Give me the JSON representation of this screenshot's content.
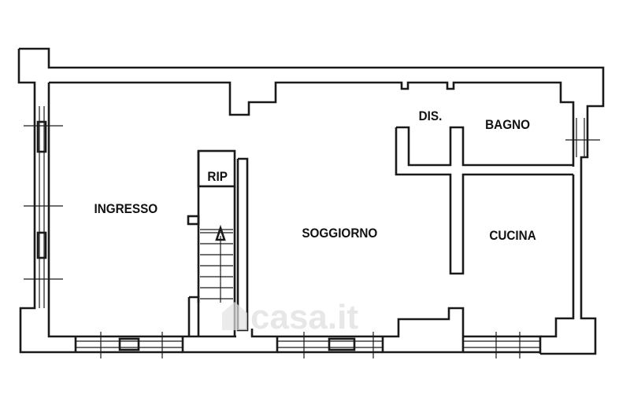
{
  "rooms": {
    "ingresso": "INGRESSO",
    "rip": "RIP",
    "soggiorno": "SOGGIORNO",
    "dis": "DIS.",
    "bagno": "BAGNO",
    "cucina": "CUCINA"
  },
  "watermark": {
    "text": "casa.it",
    "icon": "house-logo-icon"
  },
  "colors": {
    "wall": "#1a1a1a",
    "background": "#ffffff",
    "watermark": "#d8d8d8"
  }
}
